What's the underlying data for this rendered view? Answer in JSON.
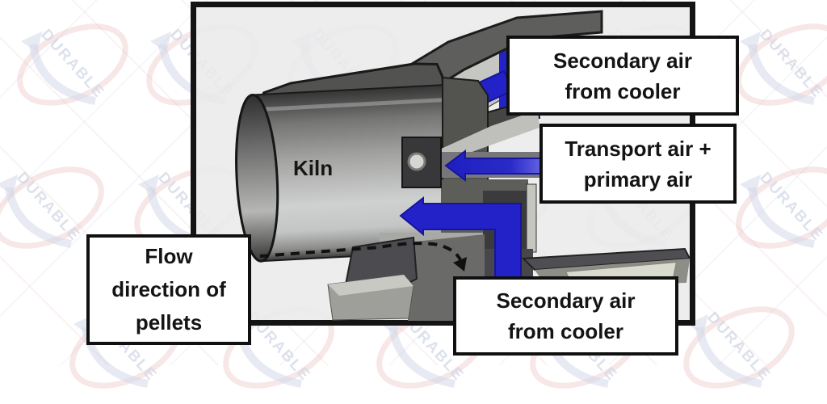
{
  "watermark": {
    "text": "DURABLE"
  },
  "diagram": {
    "kiln_label": "Kiln",
    "labels": {
      "secondary_air_top": {
        "line1": "Secondary air",
        "line2": "from cooler"
      },
      "transport_air": {
        "line1": "Transport air +",
        "line2": "primary air"
      },
      "flow_direction": {
        "line1": "Flow",
        "line2": "direction of",
        "line3": "pellets"
      },
      "secondary_air_bottom": {
        "line1": "Secondary air",
        "line2": "from cooler"
      }
    },
    "colors": {
      "air_arrow_blue": "#2222c8",
      "frame_border": "#141414",
      "inner_background": "#ebebeb",
      "label_box_background": "#ffffff",
      "label_box_border": "#101010"
    }
  }
}
